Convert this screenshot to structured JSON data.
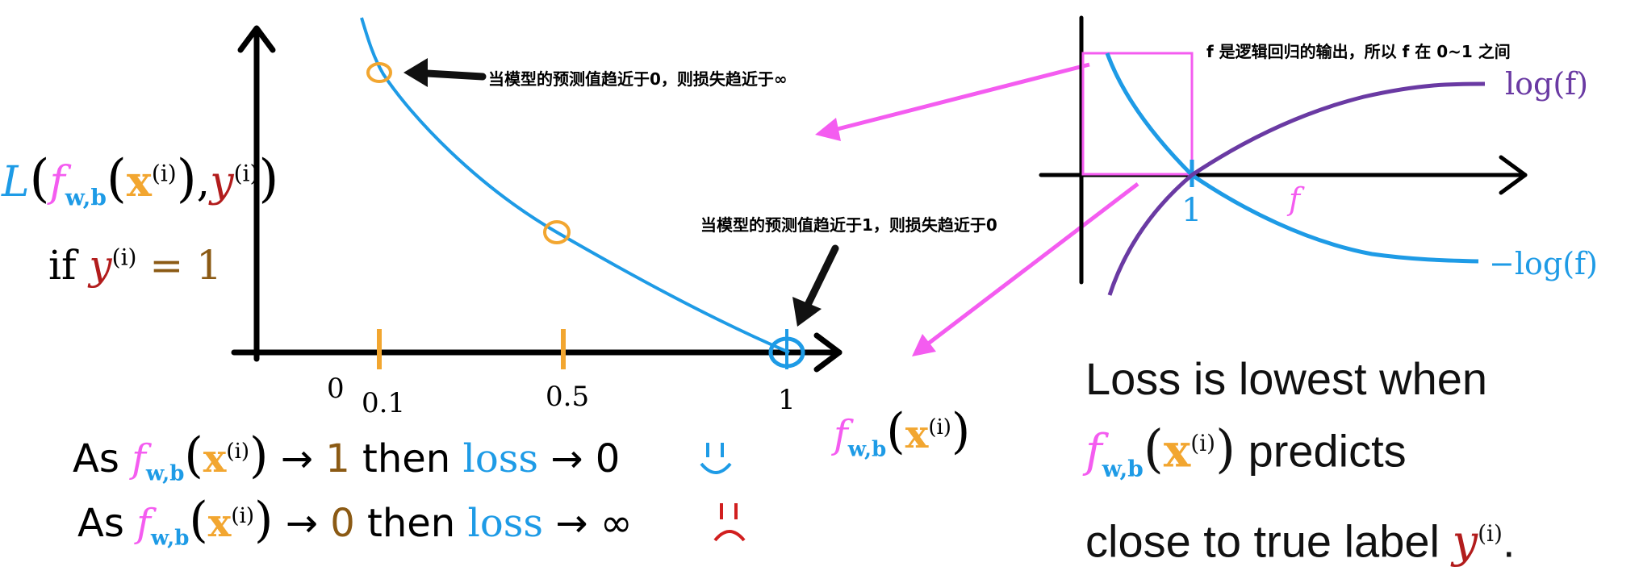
{
  "colors": {
    "axis": "#000000",
    "curve_blue": "#1e9be6",
    "orange": "#f2a630",
    "magenta": "#f45cf0",
    "purple": "#6a3aa3",
    "brown": "#8b5a14",
    "red": "#d11f1f",
    "loss_blue": "#1e9be6"
  },
  "left_panel": {
    "loss_label": {
      "L": "L",
      "f": "f",
      "sub": "w,b",
      "x": "x",
      "sup_i": "(i)",
      "y": "y",
      "open": "(",
      "close": ")",
      "comma": ","
    },
    "condition": {
      "if": "if",
      "y": "y",
      "sup_i": "(i)",
      "eq": "= 1"
    },
    "x_ticks": [
      "0",
      "0.1",
      "0.5",
      "1"
    ],
    "note_top": "当模型的预测值趋近于0，则损失趋近于∞",
    "note_bottom": "当模型的预测值趋近于1，则损失趋近于0",
    "x_axis_label": {
      "f": "f",
      "sub": "w,b",
      "x": "x",
      "sup_i": "(i)"
    },
    "line1": {
      "as": "As",
      "arrow": "→",
      "target": "1",
      "then": "then",
      "loss": "loss",
      "result": "→ 0",
      "face": "smile"
    },
    "line2": {
      "as": "As",
      "arrow": "→",
      "target": "0",
      "then": "then",
      "loss": "loss",
      "result": "→ ∞",
      "face": "frown"
    }
  },
  "right_panel": {
    "note": "f 是逻辑回归的输出，所以 f 在 0~1 之间",
    "log_label": "log(f)",
    "neg_log_label": "−log(f)",
    "f_label": "f",
    "tick_label": "1",
    "summary_lines": [
      "Loss is lowest when",
      "predicts",
      "close to true label"
    ],
    "summary_f": "f",
    "summary_sub": "w,b",
    "summary_x": "x",
    "summary_sup_i": "(i)",
    "summary_y": "y",
    "summary_period": "."
  }
}
